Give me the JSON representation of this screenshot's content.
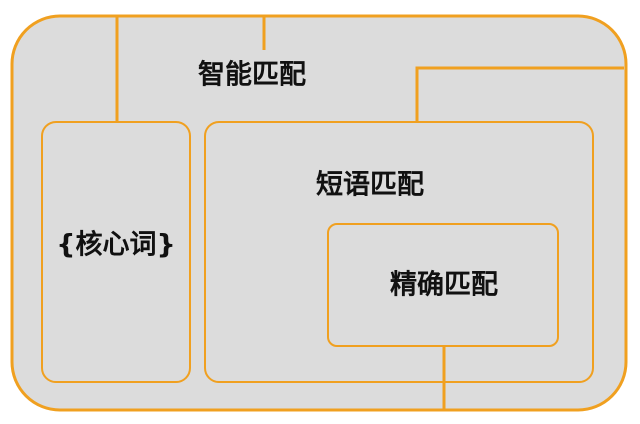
{
  "diagram": {
    "outer_label": "智能匹配",
    "left_label": "{核心词}",
    "phrase_label": "短语匹配",
    "exact_label": "精确匹配",
    "box_fill": "#dcdcdc",
    "line_color": "#f0a020"
  }
}
